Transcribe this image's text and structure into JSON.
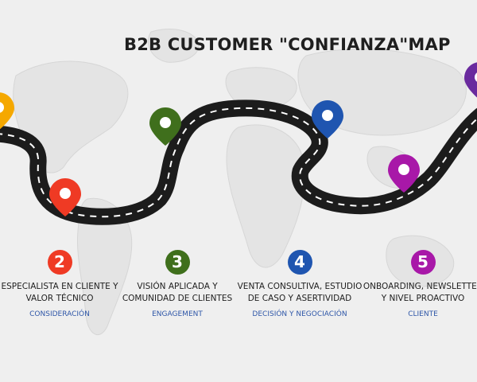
{
  "title": "B2B CUSTOMER \"CONFIANZA\"MAP",
  "colors": {
    "background": "#efefef",
    "road": "#1c1c1c",
    "road_dashes": "#ffffff",
    "phase_text": "#2f57a8"
  },
  "pins": [
    {
      "name": "pin-orange",
      "color": "#f5a800",
      "icon": "map-pin-icon"
    },
    {
      "name": "pin-red",
      "color": "#ef3a24",
      "icon": "map-pin-icon"
    },
    {
      "name": "pin-green",
      "color": "#3f6f1c",
      "icon": "map-pin-icon"
    },
    {
      "name": "pin-blue",
      "color": "#1f55b0",
      "icon": "map-pin-icon"
    },
    {
      "name": "pin-magenta",
      "color": "#a818a8",
      "icon": "map-pin-icon"
    },
    {
      "name": "pin-purple",
      "color": "#6a2a9e",
      "icon": "map-pin-icon"
    }
  ],
  "stages": [
    {
      "number": "2",
      "color": "#ef3a24",
      "description": "ESPECIALISTA EN CLIENTE Y\nVALOR TÉCNICO",
      "phase": "CONSIDERACIÓN"
    },
    {
      "number": "3",
      "color": "#3f6f1c",
      "description": "VISIÓN APLICADA Y\nCOMUNIDAD DE CLIENTES",
      "phase": "ENGAGEMENT"
    },
    {
      "number": "4",
      "color": "#1f55b0",
      "description": "VENTA CONSULTIVA, ESTUDIO\nDE CASO Y ASERTIVIDAD",
      "phase": "DECISIÓN Y NEGOCIACIÓN"
    },
    {
      "number": "5",
      "color": "#a818a8",
      "description": "ONBOARDING, NEWSLETTER\nY NIVEL PROACTIVO",
      "phase": "CLIENTE"
    }
  ]
}
